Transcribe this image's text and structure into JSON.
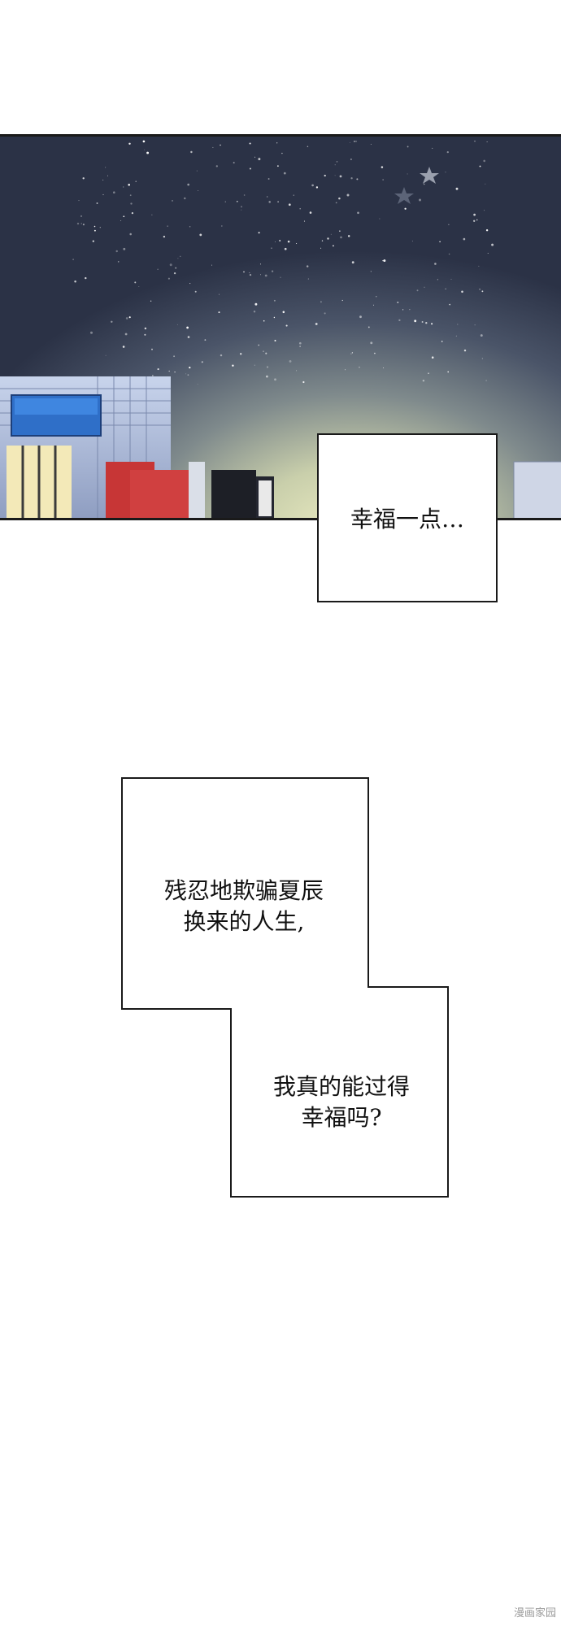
{
  "captions": {
    "first": "幸福一点…"
  },
  "speech": {
    "part1_line1": "残忍地欺骗夏辰",
    "part1_line2": "换来的人生,",
    "part2_line1": "我真的能过得",
    "part2_line2": "幸福吗?"
  },
  "watermark": "漫画家园",
  "colors": {
    "sky_top": "#2c3447",
    "sky_mid": "#4d5870",
    "horizon_glow": "#e6e6b6",
    "border": "#1a1a1a"
  }
}
